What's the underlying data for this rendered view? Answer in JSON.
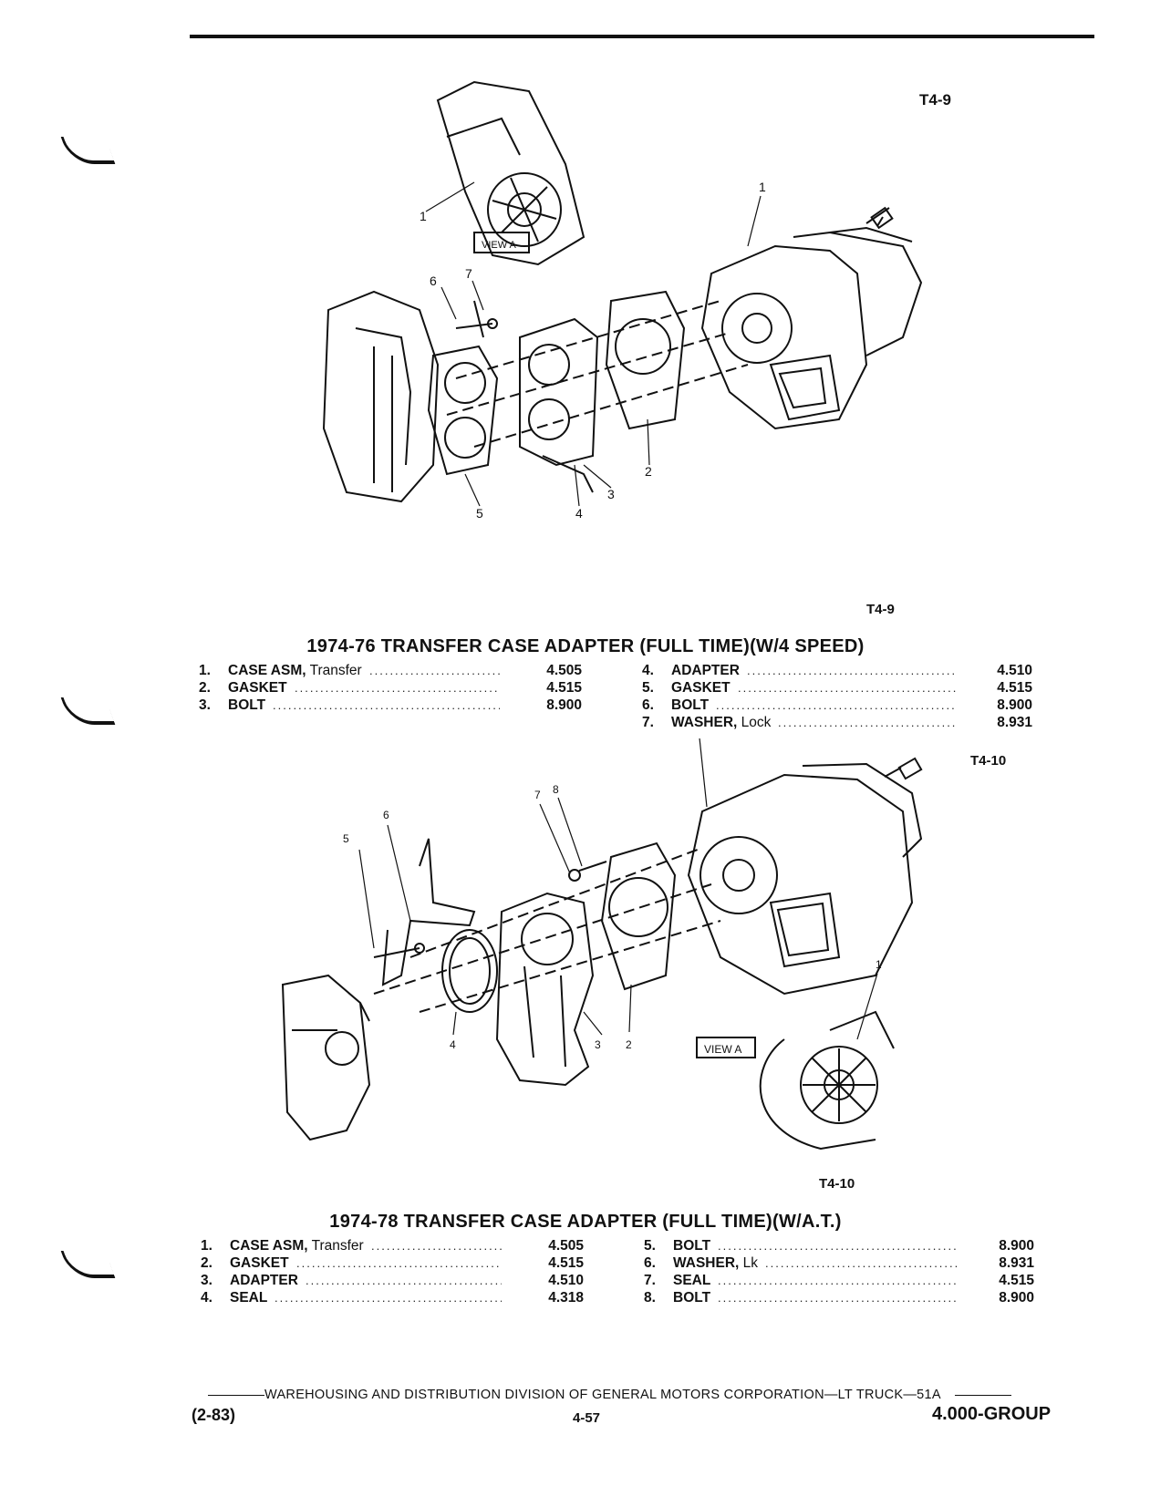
{
  "figure_top": {
    "code_label": "T4-9",
    "caption_code": "T4-9",
    "view_label": "VIEW A",
    "callouts": [
      "1",
      "1",
      "2",
      "3",
      "4",
      "5",
      "6",
      "7"
    ]
  },
  "section_top": {
    "title": "1974-76 TRANSFER CASE ADAPTER (FULL TIME)(W/4 SPEED)",
    "parts_left": [
      {
        "num": "1.",
        "name": "CASE ASM,",
        "sub": "Transfer",
        "code": "4.505"
      },
      {
        "num": "2.",
        "name": "GASKET",
        "sub": "",
        "code": "4.515"
      },
      {
        "num": "3.",
        "name": "BOLT",
        "sub": "",
        "code": "8.900"
      }
    ],
    "parts_right": [
      {
        "num": "4.",
        "name": "ADAPTER",
        "sub": "",
        "code": "4.510"
      },
      {
        "num": "5.",
        "name": "GASKET",
        "sub": "",
        "code": "4.515"
      },
      {
        "num": "6.",
        "name": "BOLT",
        "sub": "",
        "code": "8.900"
      },
      {
        "num": "7.",
        "name": "WASHER,",
        "sub": "Lock",
        "code": "8.931"
      }
    ]
  },
  "figure_bottom": {
    "code_label": "T4-10",
    "caption_code": "T4-10",
    "view_label": "VIEW A",
    "callouts": [
      "1",
      "1",
      "2",
      "3",
      "4",
      "5",
      "6",
      "7",
      "8"
    ]
  },
  "section_bottom": {
    "title": "1974-78 TRANSFER CASE ADAPTER (FULL TIME)(W/A.T.)",
    "parts_left": [
      {
        "num": "1.",
        "name": "CASE ASM,",
        "sub": "Transfer",
        "code": "4.505"
      },
      {
        "num": "2.",
        "name": "GASKET",
        "sub": "",
        "code": "4.515"
      },
      {
        "num": "3.",
        "name": "ADAPTER",
        "sub": "",
        "code": "4.510"
      },
      {
        "num": "4.",
        "name": "SEAL",
        "sub": "",
        "code": "4.318"
      }
    ],
    "parts_right": [
      {
        "num": "5.",
        "name": "BOLT",
        "sub": "",
        "code": "8.900"
      },
      {
        "num": "6.",
        "name": "WASHER,",
        "sub": "Lk",
        "code": "8.931"
      },
      {
        "num": "7.",
        "name": "SEAL",
        "sub": "",
        "code": "4.515"
      },
      {
        "num": "8.",
        "name": "BOLT",
        "sub": "",
        "code": "8.900"
      }
    ]
  },
  "footer": {
    "line": "WAREHOUSING AND DISTRIBUTION DIVISION OF GENERAL MOTORS CORPORATION—LT TRUCK—51A",
    "date": "(2-83)",
    "page": "4-57",
    "group": "4.000-GROUP"
  }
}
